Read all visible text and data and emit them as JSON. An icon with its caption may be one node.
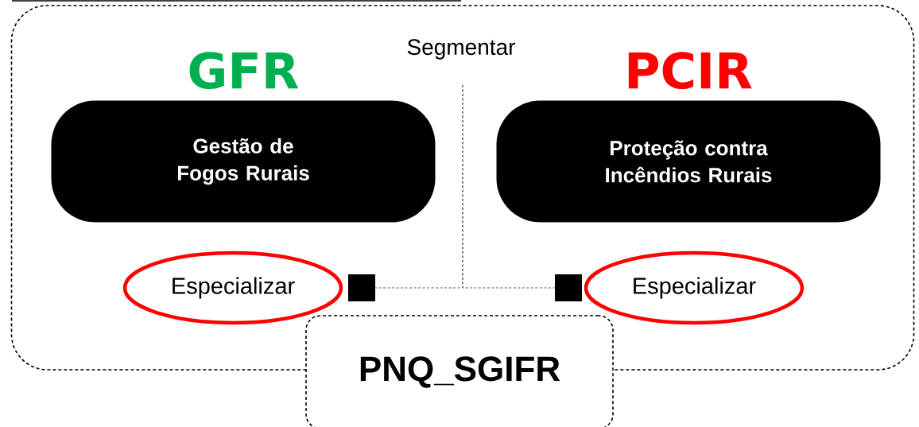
{
  "diagram": {
    "nodes": [
      {
        "text": [],
        "shape": "box"
      },
      {
        "text": [
          "GFR",
          "Gestão de Fogos Rurais"
        ],
        "in": 0
      },
      {
        "text": [
          "PCIR",
          "Proteção contra Incêndios Rurais"
        ],
        "in": 0
      },
      {
        "text": [
          "Segmentar"
        ],
        "in": 0
      },
      {
        "text": [
          "Especializar"
        ],
        "in": 0
      },
      {
        "text": [],
        "shape": "box",
        "in": 0
      },
      {
        "text": [],
        "shape": "box",
        "in": 0
      },
      {
        "text": [
          "Especializar"
        ],
        "in": 0
      },
      {
        "text": [
          "PNQ_SGIFR"
        ]
      }
    ],
    "edges": [
      {
        "from": 3,
        "to": 5,
        "arrow": "none",
        "style": "dashed"
      },
      {
        "from": 3,
        "to": 6,
        "arrow": "none",
        "style": "dashed"
      }
    ]
  }
}
